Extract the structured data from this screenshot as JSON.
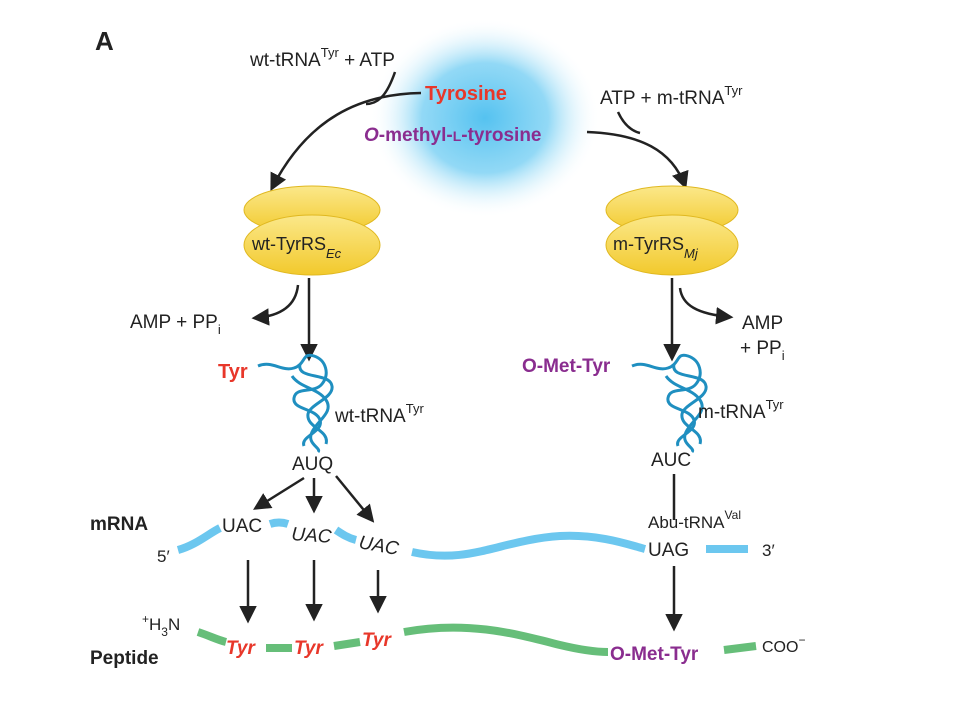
{
  "figure": {
    "panel_label": "A",
    "colors": {
      "red": "#e8372a",
      "purple": "#8a2d8f",
      "black": "#222222",
      "mrna": "#6cc7ef",
      "peptide": "#66be79",
      "trna": "#1f8fc0",
      "enzyme": "#f7d64a",
      "glow": "#55c2f0"
    },
    "substrates": {
      "left_reagents_pre": "wt-tRNA",
      "left_reagents_sup": "Tyr",
      "left_reagents_post": " + ATP",
      "right_reagents_pre": "ATP + m-tRNA",
      "right_reagents_sup": "Tyr",
      "tyrosine": "Tyrosine",
      "omt_o": "O",
      "omt_rest": "-methyl-",
      "omt_l": "L",
      "omt_end": "-tyrosine"
    },
    "enzymes": {
      "left_main": "wt-TyrRS",
      "left_sub": "Ec",
      "right_main": "m-TyrRS",
      "right_sub": "Mj"
    },
    "byproducts": {
      "left_main": "AMP + PP",
      "left_sub": "i",
      "right_line1": "AMP",
      "right_line2": "+ PP",
      "right_sub": "i"
    },
    "trna": {
      "left_aa": "Tyr",
      "left_name": "wt-tRNA",
      "left_sup": "Tyr",
      "left_anticodon": "AUQ",
      "right_aa": "O-Met-Tyr",
      "right_name": "m-tRNA",
      "right_sup": "Tyr",
      "right_anticodon": "AUC"
    },
    "mrna": {
      "label": "mRNA",
      "five_prime": "5′",
      "three_prime": "3′",
      "codons": [
        "UAC",
        "UAC",
        "UAC"
      ],
      "stop_codon": "UAG",
      "abu_pre": "Abu-tRNA",
      "abu_sup": "Val"
    },
    "peptide": {
      "label": "Peptide",
      "n_term_plus": "+",
      "n_term_h": "H",
      "n_term_sub": "3",
      "n_term_n": "N",
      "residues": [
        "Tyr",
        "Tyr",
        "Tyr"
      ],
      "omt_residue": "O-Met-Tyr",
      "c_term": "COO",
      "c_term_sup": "−"
    }
  }
}
